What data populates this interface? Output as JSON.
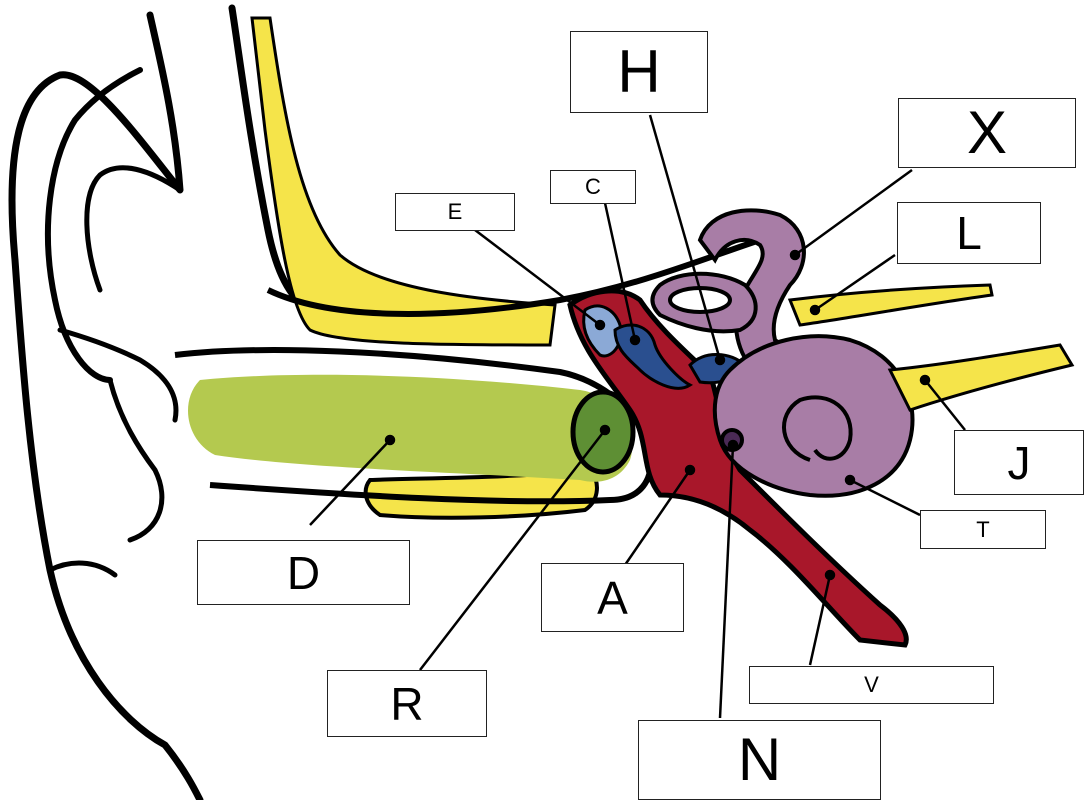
{
  "labels": {
    "H": "H",
    "X": "X",
    "C": "C",
    "E": "E",
    "L": "L",
    "J": "J",
    "T": "T",
    "D": "D",
    "A": "A",
    "R": "R",
    "V": "V",
    "N": "N"
  }
}
